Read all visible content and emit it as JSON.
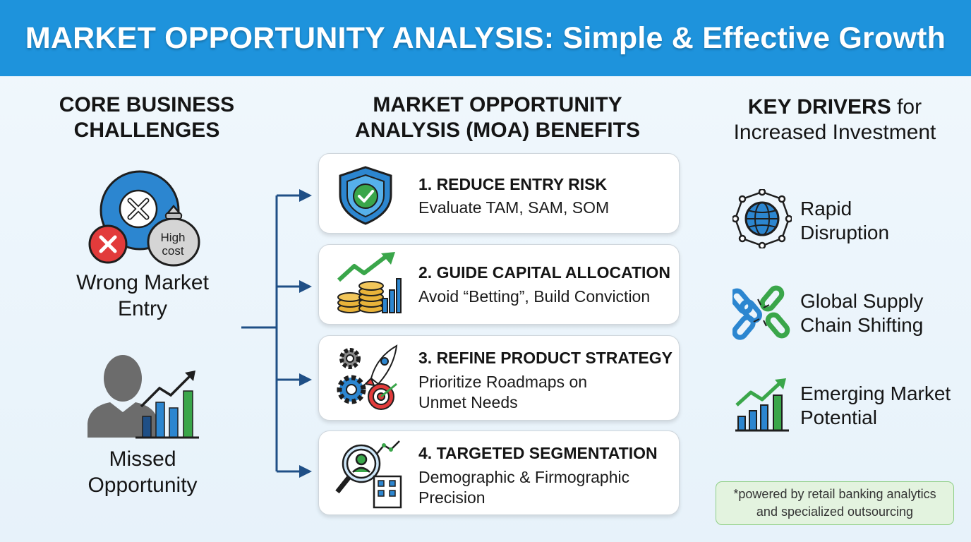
{
  "banner": {
    "title": "MARKET OPPORTUNITY ANALYSIS: Simple & Effective Growth"
  },
  "challenges": {
    "heading_line1": "CORE BUSINESS",
    "heading_line2": "CHALLENGES",
    "wrong_market": {
      "line1": "Wrong Market",
      "line2": "Entry",
      "bag_line1": "High",
      "bag_line2": "cost"
    },
    "missed": {
      "line1": "Missed",
      "line2": "Opportunity"
    }
  },
  "benefits": {
    "heading_line1": "MARKET OPPORTUNITY",
    "heading_line2": "ANALYSIS (MOA) BENEFITS",
    "cards": [
      {
        "title": "1. REDUCE ENTRY RISK",
        "desc_line1": "Evaluate TAM, SAM, SOM",
        "icon": "shield-check-icon"
      },
      {
        "title": "2. GUIDE CAPITAL ALLOCATION",
        "desc_line1": "Avoid “Betting”, Build Conviction",
        "icon": "coins-growth-icon"
      },
      {
        "title": "3. REFINE PRODUCT STRATEGY",
        "desc_line1": "Prioritize Roadmaps on",
        "desc_line2": "Unmet Needs",
        "icon": "gears-rocket-target-icon"
      },
      {
        "title": "4. TARGETED SEGMENTATION",
        "desc_line1": "Demographic & Firmographic",
        "desc_line2": "Precision",
        "icon": "magnifier-building-icon"
      }
    ]
  },
  "drivers": {
    "heading_bold": "KEY DRIVERS",
    "heading_rest": " for",
    "heading_line2": "Increased Investment",
    "items": [
      {
        "line1": "Rapid",
        "line2": "Disruption",
        "icon": "globe-network-icon"
      },
      {
        "line1": "Global Supply",
        "line2": "Chain Shifting",
        "icon": "broken-chain-icon"
      },
      {
        "line1": "Emerging Market",
        "line2": "Potential",
        "icon": "growth-chart-icon"
      }
    ]
  },
  "footnote": {
    "line1": "*powered by retail banking analytics",
    "line2": "and specialized outsourcing"
  },
  "colors": {
    "banner": "#1e93dc",
    "navy": "#1f4f86",
    "green": "#3aa64a",
    "blue": "#2c86d0",
    "red": "#e23b3b",
    "gold": "#e9b33a"
  }
}
